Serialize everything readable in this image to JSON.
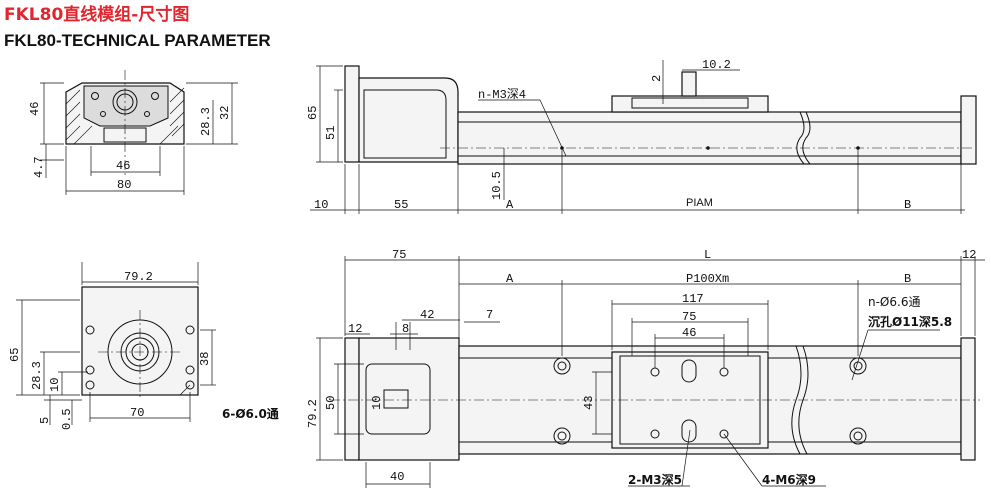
{
  "title_cn": "FKL80直线模组-尺寸图",
  "title_en": "FKL80-TECHNICAL PARAMETER",
  "section_view": {
    "dims": {
      "height_46": "46",
      "h_28_3": "28.3",
      "h_32": "32",
      "h_4_7": "4.7",
      "w_46": "46",
      "w_80": "80"
    }
  },
  "side_view": {
    "dims": {
      "d_2": "2",
      "d_10_2": "10.2",
      "d_65": "65",
      "d_51": "51",
      "d_10_5": "10.5",
      "d_10": "10",
      "d_55": "55",
      "d_A": "A",
      "d_PIAM": "PIAM",
      "d_B": "B"
    },
    "note_n_m3": "n-M3深4"
  },
  "end_view": {
    "dims": {
      "w_79_2": "79.2",
      "h_65": "65",
      "h_28_3": "28.3",
      "h_10": "10",
      "h_5": "5",
      "h_0_5": "0.5",
      "w_70": "70",
      "h_38": "38"
    },
    "note_holes": "6-Ø6.0通"
  },
  "top_view": {
    "dims": {
      "d_75": "75",
      "d_L": "L",
      "d_12": "12",
      "d_A": "A",
      "d_P100Xm": "P100Xm",
      "d_B": "B",
      "d_117": "117",
      "d_75b": "75",
      "d_46": "46",
      "d_12b": "12",
      "d_8": "8",
      "d_42": "42",
      "d_7": "7",
      "d_79_2": "79.2",
      "d_50": "50",
      "d_10": "10",
      "d_43": "43",
      "d_40": "40"
    },
    "note_n_hole": "n-Ø6.6通",
    "note_counterbore": "沉孔Ø11深5.8",
    "note_m3": "2-M3深5",
    "note_m6": "4-M6深9"
  }
}
